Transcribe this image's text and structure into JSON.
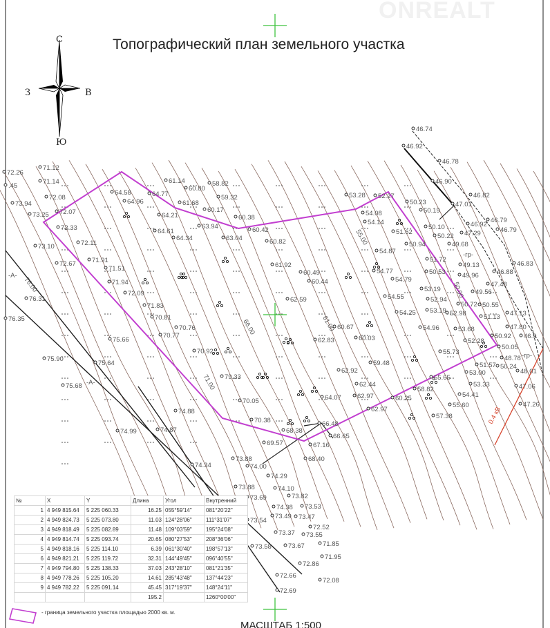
{
  "title": "Топографический  план земельного участка",
  "watermark": "ONREALT",
  "compass": {
    "north": "С",
    "south": "Ю",
    "west": "З",
    "east": "В"
  },
  "table": {
    "headers": [
      "№",
      "X",
      "Y",
      "Длина",
      "Угол",
      "Внутренний"
    ],
    "rows": [
      [
        "1",
        "4 949 815.64",
        "5 225 060.33",
        "16.25",
        "055°59'14\"",
        "081°20'22\""
      ],
      [
        "2",
        "4 949 824.73",
        "5 225 073.80",
        "11.03",
        "124°28'06\"",
        "111°31'07\""
      ],
      [
        "3",
        "4 949 818.49",
        "5 225 082.89",
        "11.48",
        "109°03'59\"",
        "195°24'08\""
      ],
      [
        "4",
        "4 949 814.74",
        "5 225 093.74",
        "20.65",
        "080°27'53\"",
        "208°36'06\""
      ],
      [
        "5",
        "4 949 818.16",
        "5 225 114.10",
        "6.39",
        "061°30'40\"",
        "198°57'13\""
      ],
      [
        "6",
        "4 949 821.21",
        "5 225 119.72",
        "32.31",
        "144°49'45\"",
        "096°40'55\""
      ],
      [
        "7",
        "4 949 794.80",
        "5 225 138.33",
        "37.03",
        "243°28'10\"",
        "081°21'35\""
      ],
      [
        "8",
        "4 949 778.26",
        "5 225 105.20",
        "14.61",
        "285°43'48\"",
        "137°44'23\""
      ],
      [
        "9",
        "4 949 782.22",
        "5 225 091.14",
        "45.45",
        "317°19'37\"",
        "148°24'11\""
      ],
      [
        "",
        "",
        "",
        "195.2",
        "",
        "1260°00'00\""
      ]
    ]
  },
  "legend": {
    "boundary_text": "- граница земельного участка площадью 2000 кв. м."
  },
  "scale": "МАСШТАБ 1:500",
  "line_labels": {
    "road_a": "-А-",
    "gas": "-гр-",
    "power": "0.4 кВ"
  },
  "contour_labels": [
    "76.00",
    "71.00",
    "66.00",
    "61.00",
    "55.00",
    "50.00"
  ],
  "elevations": [
    "72.26",
    "71.12",
    "71.14",
    "72.08",
    ".45",
    "73.94",
    "73.25",
    "72.07",
    "72.33",
    "73.10",
    "72.11",
    "72.67",
    "71.91",
    "71.51",
    "71.94",
    "76.31",
    "76.35",
    "72.09",
    "71.83",
    "70.81",
    "70.76",
    "70.77",
    "75.66",
    "75.90",
    "75.64",
    "70.92",
    "79.33",
    "75.68",
    "70.05",
    "74.88",
    "74.99",
    "74.87",
    "70.38",
    "68.38",
    "69.57",
    "66.48",
    "66.65",
    "67.16",
    "68.40",
    "73.88",
    "74.00",
    "74.34",
    "74.29",
    "73.88",
    "74.10",
    "73.69",
    "73.82",
    "74.38",
    "73.53",
    "73.54",
    "73.49",
    "73.47",
    "72.52",
    "73.37",
    "73.55",
    "73.58",
    "73.67",
    "71.85",
    "71.95",
    "72.86",
    "72.66",
    "72.08",
    "72.69",
    "64.58",
    "64.96",
    "64.77",
    "61.14",
    "60.80",
    "58.82",
    "61.68",
    "59.32",
    "60.17",
    "60.38",
    "64.21",
    "60.42",
    "63.94",
    "64.61",
    "64.34",
    "63.04",
    "60.82",
    "61.92",
    "60.49",
    "60.44",
    "62.59",
    "53.28",
    "52.27",
    "54.08",
    "54.14",
    "50.23",
    "50.19",
    "51.62",
    "50.10",
    "50.94",
    "50.22",
    "49.68",
    "47.29",
    "46.92",
    "46.79",
    "46.79",
    "46.74",
    "46.92",
    "46.78",
    "46.90",
    "46.82",
    "47.01",
    "54.87",
    "51.72",
    "49.13",
    "46.83",
    "46.88",
    "47.48",
    "54.77",
    "54.79",
    "50.53",
    "49.96",
    "53.19",
    "49.56",
    "52.94",
    "50.72",
    "54.55",
    "50.55",
    "53.19",
    "52.98",
    "51.13",
    "54.25",
    "47.13",
    "47.80",
    "46.9",
    "54.96",
    "53.68",
    "52.28",
    "50.92",
    "50.05",
    "48.78",
    "50.24",
    "60.03",
    "60.67",
    "62.83",
    "55.73",
    "59.48",
    "51.57",
    "53.00",
    "48.01",
    "62.92",
    "55.65",
    "53.33",
    "47.06",
    "62.44",
    "64.07",
    "62.97",
    "58.82",
    "54.41",
    "60.25",
    "62.97",
    "55.60",
    "47.26",
    "57.38"
  ],
  "colors": {
    "boundary": "#c23fd0",
    "contour": "#8a6a60",
    "grid_cross": "#3fc23f",
    "power_line": "#d8472f"
  }
}
